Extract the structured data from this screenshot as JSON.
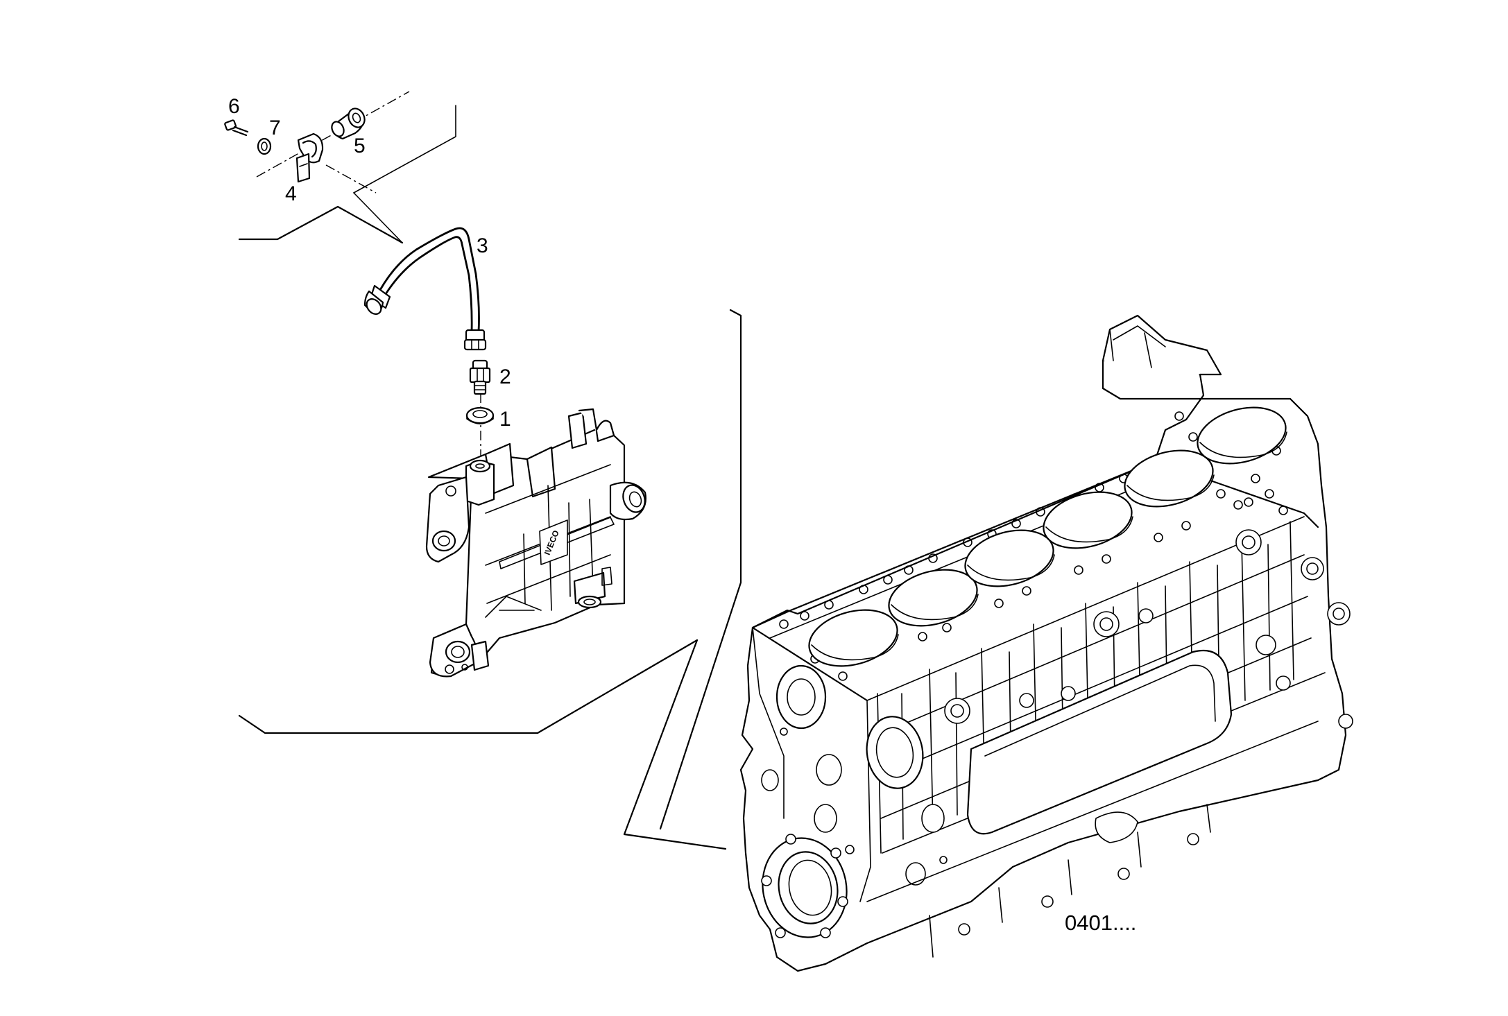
{
  "diagram": {
    "callouts": {
      "c1": "1",
      "c2": "2",
      "c3": "3",
      "c4": "4",
      "c5": "5",
      "c6": "6",
      "c7": "7"
    },
    "reference_code": "0401....",
    "part_logo_text": "IVECO"
  }
}
